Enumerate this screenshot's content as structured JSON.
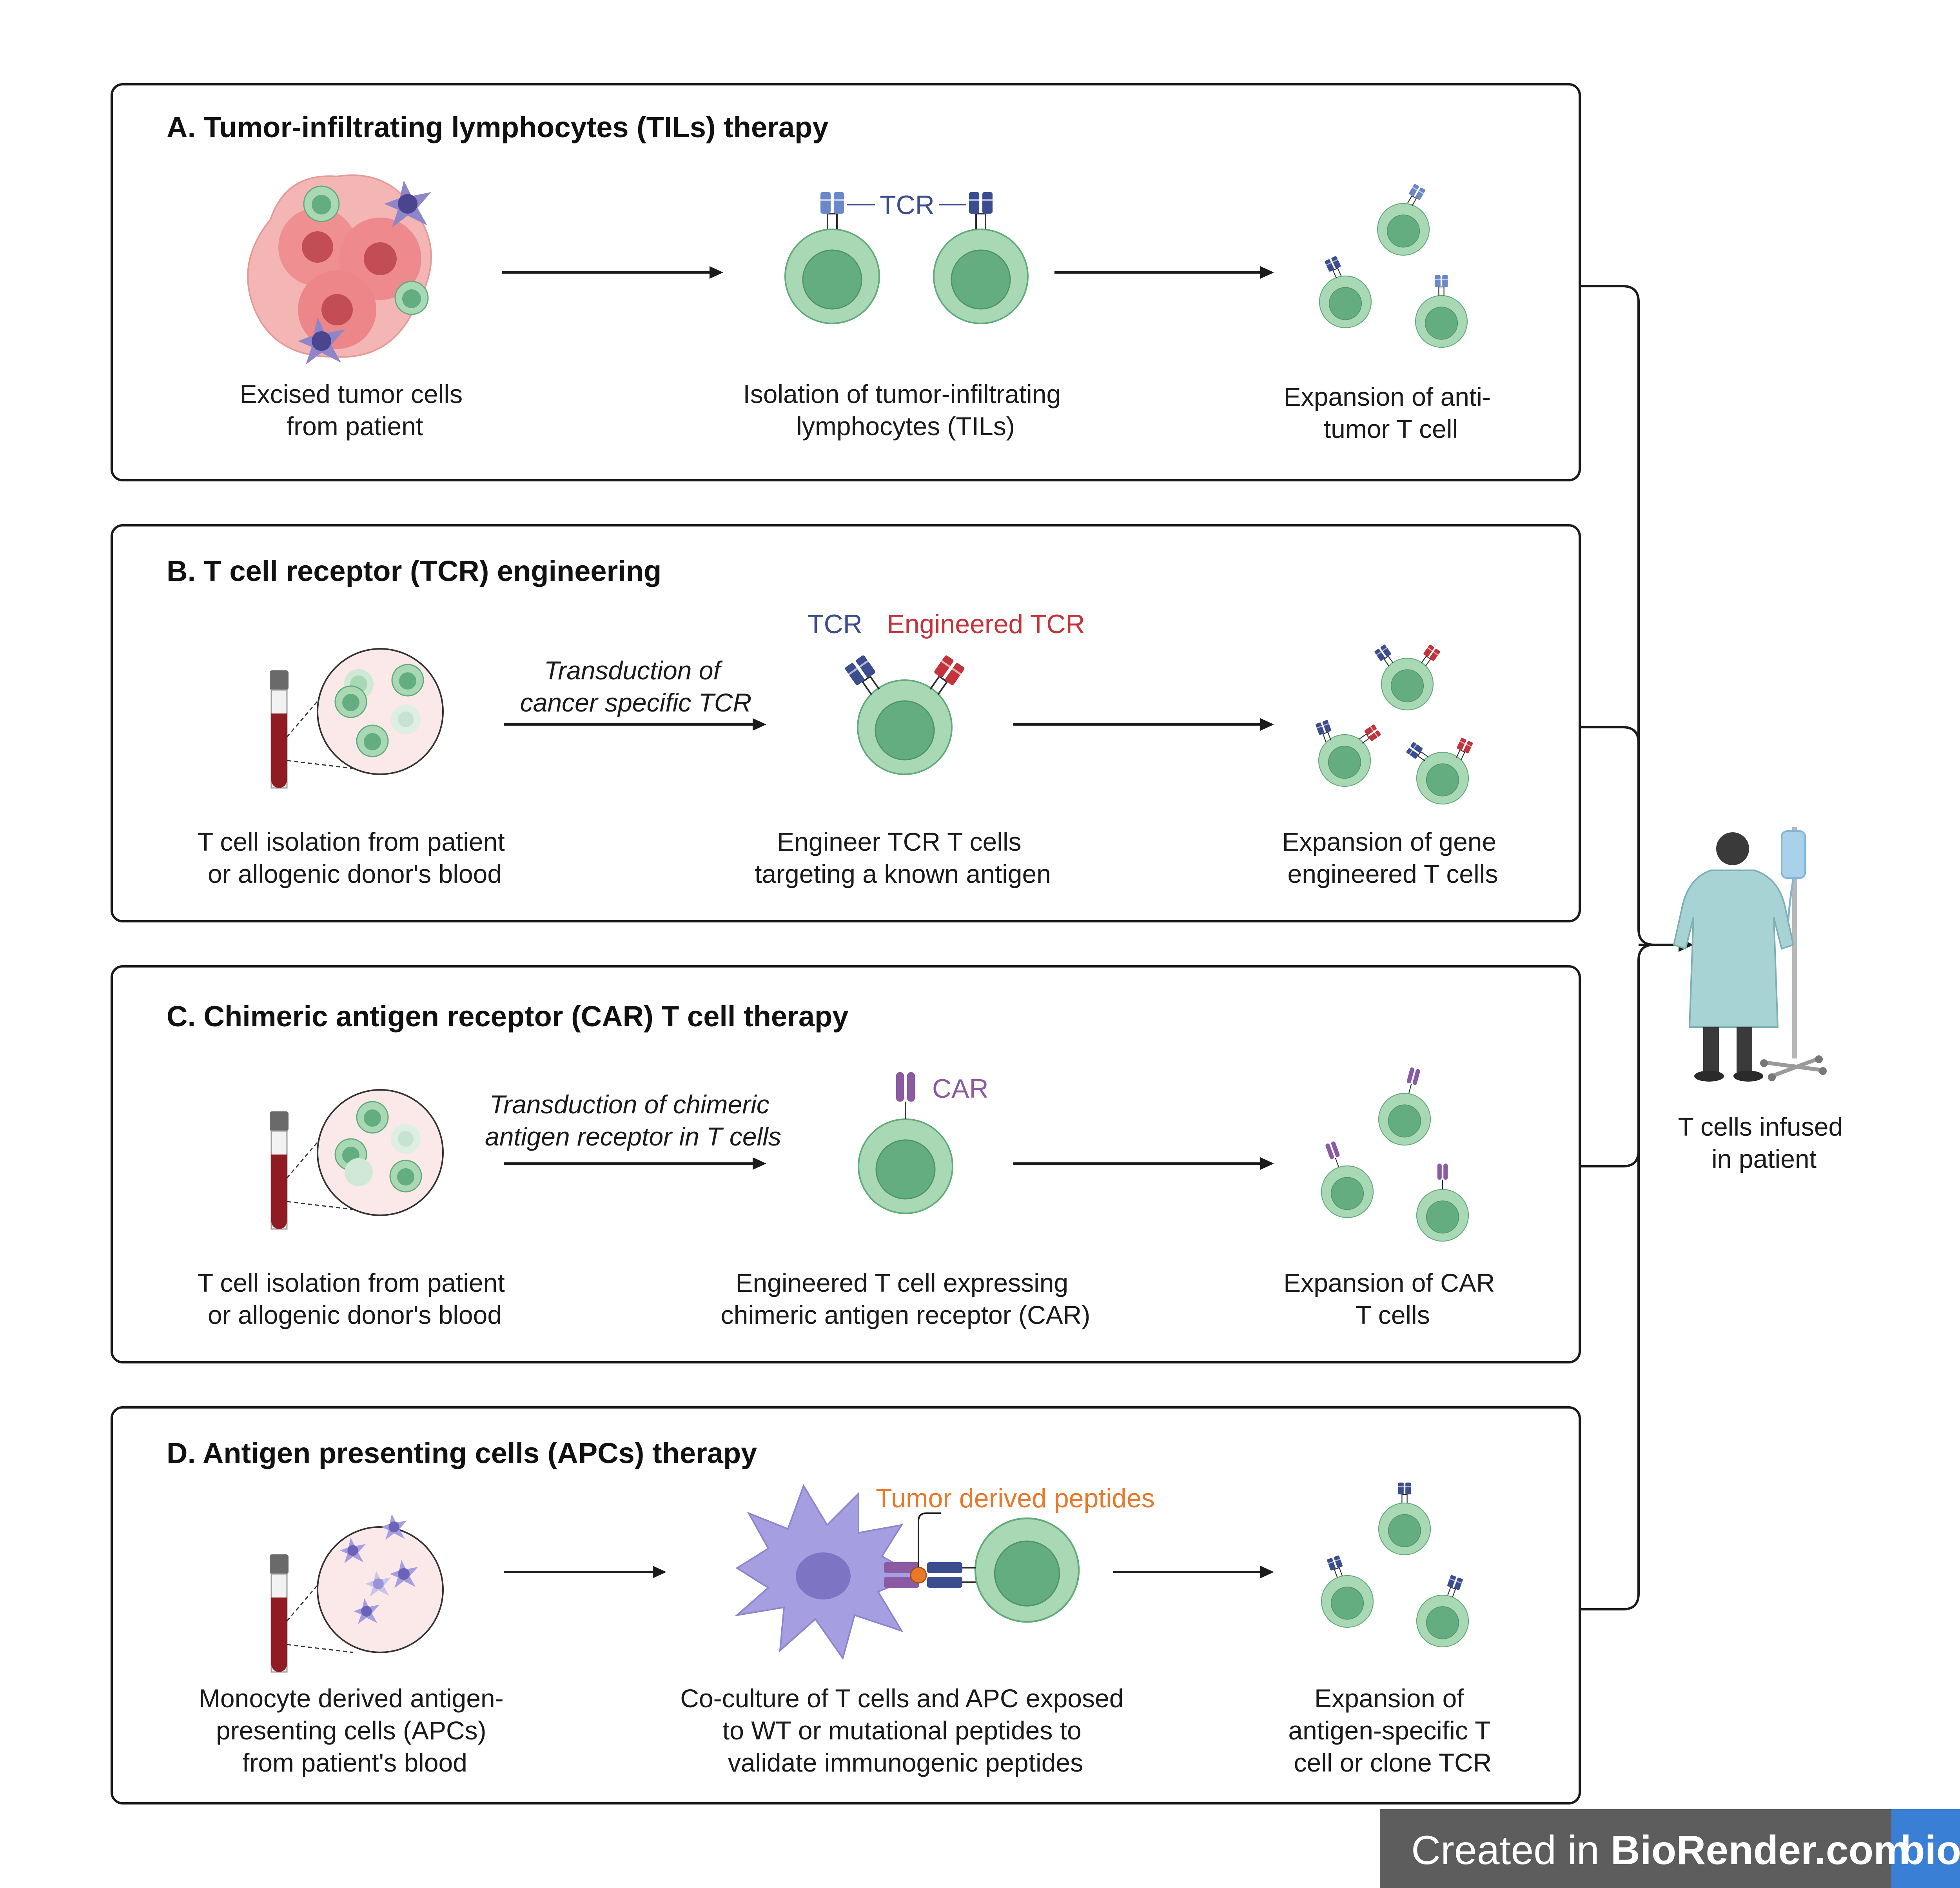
{
  "panels": [
    {
      "title": "A. Tumor-infiltrating lymphocytes (TILs) therapy",
      "captions": [
        [
          "Excised tumor cells",
          "from patient"
        ],
        [
          "Isolation of tumor-infiltrating",
          "lymphocytes (TILs)"
        ],
        [
          "Expansion of anti-",
          "tumor T cell"
        ]
      ],
      "labels": {
        "tcr": "TCR"
      }
    },
    {
      "title": "B. T cell receptor (TCR) engineering",
      "captions": [
        [
          "T cell isolation from patient",
          "or allogenic donor's blood"
        ],
        [
          "Engineer TCR T cells",
          "targeting a known antigen"
        ],
        [
          "Expansion of gene",
          "engineered T cells"
        ]
      ],
      "arrow_text": [
        "Transduction of",
        "cancer specific TCR"
      ],
      "labels": {
        "tcr": "TCR",
        "engineered": "Engineered TCR"
      }
    },
    {
      "title": "C. Chimeric antigen receptor (CAR) T cell therapy",
      "captions": [
        [
          "T cell isolation from patient",
          "or allogenic donor's blood"
        ],
        [
          "Engineered T cell expressing",
          "chimeric antigen receptor (CAR)"
        ],
        [
          "Expansion of CAR",
          "T cells"
        ]
      ],
      "arrow_text": [
        "Transduction of chimeric",
        "antigen receptor in T cells"
      ],
      "labels": {
        "car": "CAR"
      }
    },
    {
      "title": "D. Antigen presenting cells (APCs) therapy",
      "captions": [
        [
          "Monocyte derived antigen-",
          "presenting cells (APCs)",
          "from patient's blood"
        ],
        [
          "Co-culture of T cells and APC exposed",
          "to WT or mutational peptides to",
          "validate immunogenic peptides"
        ],
        [
          "Expansion of",
          "antigen-specific T",
          "cell or clone TCR"
        ]
      ],
      "labels": {
        "peptides": "Tumor derived peptides"
      }
    }
  ],
  "patient": {
    "caption": [
      "T cells infused",
      "in patient"
    ]
  },
  "watermark": {
    "prefix": "Created in ",
    "brand": "BioRender",
    "suffix": ".com",
    "logo": "bio"
  },
  "colors": {
    "tcr": "#3b4d8f",
    "engineered_tcr": "#c4333b",
    "car": "#8a5aa3",
    "peptides": "#e8782a",
    "cell": "#a9d8b5"
  },
  "icons": [
    "tumor-mass-icon",
    "t-cell-icon",
    "blood-tube-icon",
    "magnifier-circle-icon",
    "apc-dendritic-icon",
    "patient-iv-icon"
  ]
}
